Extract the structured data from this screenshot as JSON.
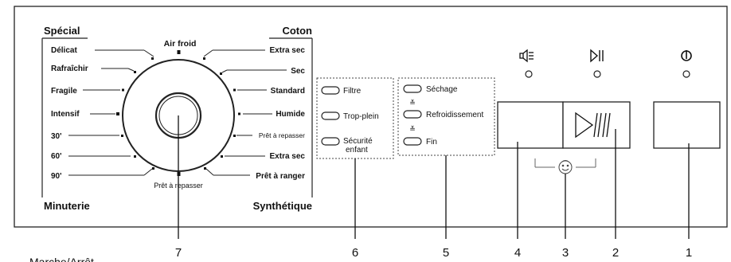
{
  "dial": {
    "left_group_top": "Spécial",
    "left_group_bottom": "Minuterie",
    "right_group_top": "Coton",
    "right_group_bottom": "Synthétique",
    "top_label": "Air froid",
    "bottom_label": "Prêt à repasser",
    "left_items": [
      "Délicat",
      "Rafraîchir",
      "Fragile",
      "Intensif",
      "30'",
      "60'",
      "90'"
    ],
    "right_items": [
      "Extra sec",
      "Sec",
      "Standard",
      "Humide",
      "Prêt à repasser",
      "Extra sec",
      "Prêt à ranger"
    ]
  },
  "warnings": {
    "items": [
      "Filtre",
      "Trop-plein",
      "Sécurité",
      "enfant"
    ]
  },
  "progress": {
    "items": [
      "Séchage",
      "Refroidissement",
      "Fin"
    ]
  },
  "callouts": [
    "7",
    "6",
    "5",
    "4",
    "3",
    "2",
    "1"
  ],
  "caption": "Marche/Arrêt"
}
